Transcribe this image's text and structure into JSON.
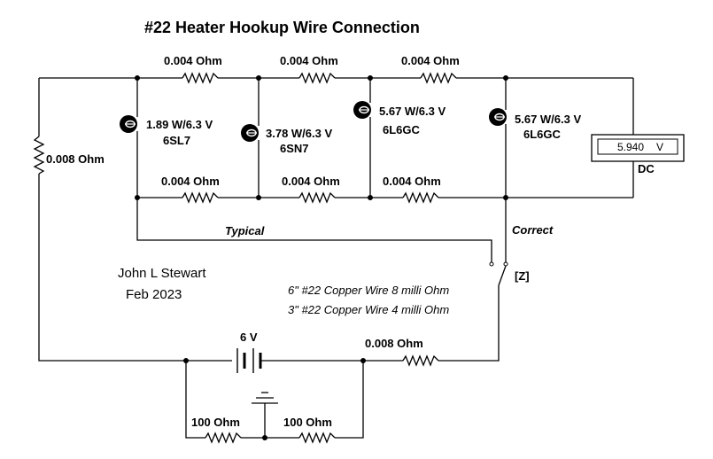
{
  "title": "#22 Heater Hookup Wire Connection",
  "author": "John L Stewart",
  "date": "Feb 2023",
  "notes": [
    "6\" #22 Copper Wire 8 milli Ohm",
    "3\" #22 Copper Wire 4 milli Ohm"
  ],
  "top_resistors": [
    "0.004  Ohm",
    "0.004  Ohm",
    "0.004  Ohm"
  ],
  "bottom_resistors": [
    "0.004  Ohm",
    "0.004  Ohm",
    "0.004  Ohm"
  ],
  "left_resistor": "0.008  Ohm",
  "supply_resistor": "0.008  Ohm",
  "ground_resistors": [
    "100  Ohm",
    "100  Ohm"
  ],
  "battery": "6 V",
  "lamps": [
    {
      "rating": "1.89 W/6.3 V",
      "tube": "6SL7"
    },
    {
      "rating": "3.78 W/6.3 V",
      "tube": "6SN7"
    },
    {
      "rating": "5.67 W/6.3 V",
      "tube": "6L6GC"
    },
    {
      "rating": "5.67 W/6.3 V",
      "tube": "6L6GC"
    }
  ],
  "meter": {
    "reading": "5.940",
    "unit": "V",
    "mode": "DC"
  },
  "switch": {
    "typical_label": "Typical",
    "correct_label": "Correct",
    "key": "[Z]"
  }
}
